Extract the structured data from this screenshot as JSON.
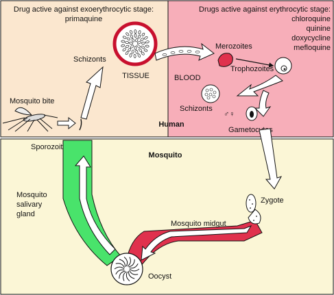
{
  "colors": {
    "human_tissue_bg": "#fbe7cf",
    "human_blood_bg": "#f7aeb9",
    "mosquito_bg": "#fbf6d6",
    "salivary_green": "#49e36b",
    "midgut_red": "#e0314d",
    "outline": "#111111"
  },
  "header": {
    "exo_line1": "Drug active against exoerythrocytic stage:",
    "exo_line2": "primaquine",
    "ery_line1": "Drugs active against erythrocytic stage:",
    "ery_drugs": [
      "chloroquine",
      "quinine",
      "doxycycline",
      "mefloquine"
    ]
  },
  "labels": {
    "schizonts_tissue": "Schizonts",
    "tissue": "TISSUE",
    "mosquito_bite": "Mosquito bite",
    "merozoites": "Merozoites",
    "blood": "BLOOD",
    "trophozoites": "Trophozoites",
    "schizonts_blood": "Schizonts",
    "gender_symbols": "♂♀",
    "gametocytes": "Gametocytes",
    "human": "Human",
    "mosquito": "Mosquito",
    "sporozoites": "Sporozoites",
    "salivary_1": "Mosquito",
    "salivary_2": "salivary",
    "salivary_3": "gland",
    "zygote": "Zygote",
    "midgut": "Mosquito midgut",
    "oocyst": "Oocyst"
  },
  "icons": [
    "mosquito-icon",
    "tissue-schizont-icon",
    "merozoite-icon",
    "trophozoite-icon",
    "blood-schizont-icon",
    "gametocyte-icon",
    "zygote-icon",
    "oocyst-icon"
  ]
}
